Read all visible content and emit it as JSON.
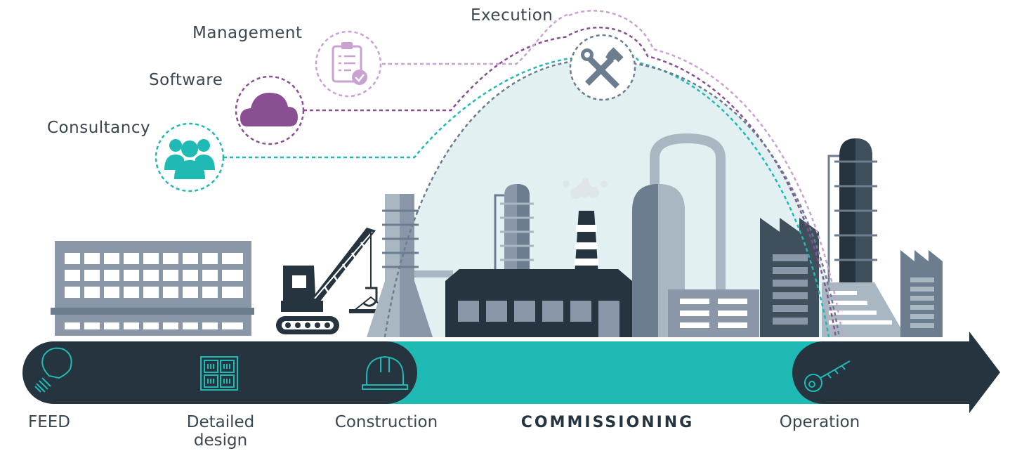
{
  "services": {
    "consultancy": "Consultancy",
    "software": "Software",
    "management": "Management",
    "execution": "Execution"
  },
  "stages": {
    "feed": "FEED",
    "detailed_design_line1": "Detailed",
    "detailed_design_line2": "design",
    "construction": "Construction",
    "commissioning": "COMMISSIONING",
    "operation": "Operation"
  },
  "colors": {
    "dark": "#25343f",
    "teal": "#20bab5",
    "purple": "#8a4f93",
    "lilac": "#c9a2d1",
    "slate": "#6b7d8f",
    "light_slate": "#a9b7c2",
    "dome": "#e3f0f1"
  },
  "icons": {
    "consultancy": "people-group-icon",
    "software": "cloud-icon",
    "management": "clipboard-check-icon",
    "execution": "wrench-hammer-icon",
    "feed": "lightbulb-icon",
    "detailed_design": "blueprint-grid-icon",
    "construction": "hard-hat-icon",
    "operation": "key-icon"
  }
}
